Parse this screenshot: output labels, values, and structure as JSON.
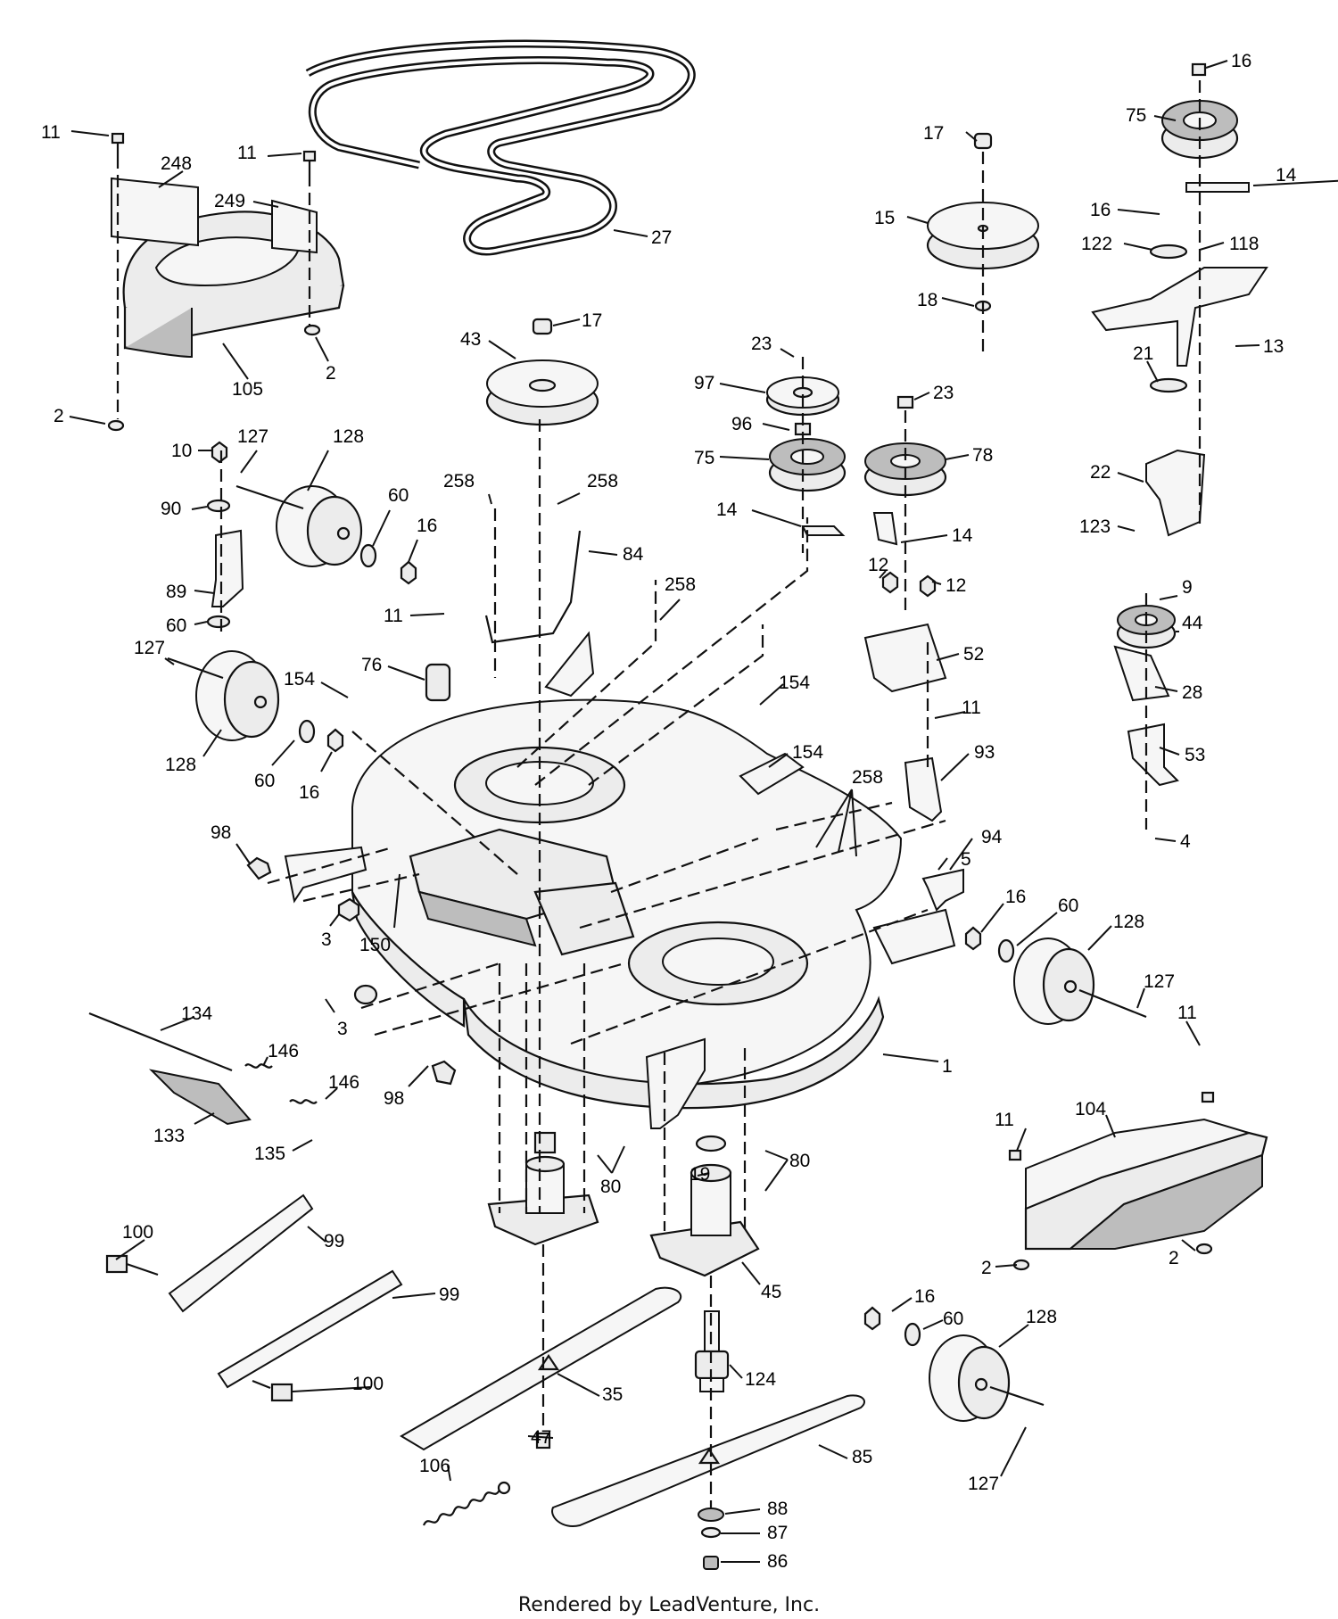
{
  "footer": {
    "credit": "Rendered by LeadVenture, Inc."
  },
  "callouts": [
    {
      "id": "c1",
      "label": "11"
    },
    {
      "id": "c2",
      "label": "248"
    },
    {
      "id": "c3",
      "label": "11"
    },
    {
      "id": "c4",
      "label": "249"
    },
    {
      "id": "c5",
      "label": "27"
    },
    {
      "id": "c6",
      "label": "105"
    },
    {
      "id": "c7",
      "label": "2"
    },
    {
      "id": "c8",
      "label": "2"
    },
    {
      "id": "c9",
      "label": "43"
    },
    {
      "id": "c10",
      "label": "17"
    },
    {
      "id": "c11",
      "label": "17"
    },
    {
      "id": "c12",
      "label": "15"
    },
    {
      "id": "c13",
      "label": "18"
    },
    {
      "id": "c14",
      "label": "16"
    },
    {
      "id": "c15",
      "label": "75"
    },
    {
      "id": "c16",
      "label": "14"
    },
    {
      "id": "c17",
      "label": "16"
    },
    {
      "id": "c18",
      "label": "122"
    },
    {
      "id": "c19",
      "label": "118"
    },
    {
      "id": "c20",
      "label": "13"
    },
    {
      "id": "c21",
      "label": "21"
    },
    {
      "id": "c22",
      "label": "22"
    },
    {
      "id": "c23",
      "label": "123"
    },
    {
      "id": "c24",
      "label": "23"
    },
    {
      "id": "c25",
      "label": "97"
    },
    {
      "id": "c26",
      "label": "96"
    },
    {
      "id": "c27",
      "label": "75"
    },
    {
      "id": "c28",
      "label": "14"
    },
    {
      "id": "c29",
      "label": "23"
    },
    {
      "id": "c30",
      "label": "78"
    },
    {
      "id": "c31",
      "label": "14"
    },
    {
      "id": "c32",
      "label": "12"
    },
    {
      "id": "c33",
      "label": "12"
    },
    {
      "id": "c34",
      "label": "52"
    },
    {
      "id": "c35",
      "label": "9"
    },
    {
      "id": "c36",
      "label": "44"
    },
    {
      "id": "c37",
      "label": "28"
    },
    {
      "id": "c38",
      "label": "53"
    },
    {
      "id": "c39",
      "label": "4"
    },
    {
      "id": "c40",
      "label": "10"
    },
    {
      "id": "c41",
      "label": "127"
    },
    {
      "id": "c42",
      "label": "128"
    },
    {
      "id": "c43",
      "label": "90"
    },
    {
      "id": "c44",
      "label": "60"
    },
    {
      "id": "c45",
      "label": "16"
    },
    {
      "id": "c46",
      "label": "89"
    },
    {
      "id": "c47",
      "label": "60"
    },
    {
      "id": "c48",
      "label": "258"
    },
    {
      "id": "c49",
      "label": "258"
    },
    {
      "id": "c50",
      "label": "84"
    },
    {
      "id": "c51",
      "label": "258"
    },
    {
      "id": "c52",
      "label": "11"
    },
    {
      "id": "c53",
      "label": "76"
    },
    {
      "id": "c54",
      "label": "154"
    },
    {
      "id": "c55",
      "label": "154"
    },
    {
      "id": "c56",
      "label": "154"
    },
    {
      "id": "c57",
      "label": "11"
    },
    {
      "id": "c58",
      "label": "93"
    },
    {
      "id": "c59",
      "label": "127"
    },
    {
      "id": "c60",
      "label": "128"
    },
    {
      "id": "c61",
      "label": "60"
    },
    {
      "id": "c62",
      "label": "16"
    },
    {
      "id": "c63",
      "label": "98"
    },
    {
      "id": "c64",
      "label": "258"
    },
    {
      "id": "c65",
      "label": "5"
    },
    {
      "id": "c66",
      "label": "94"
    },
    {
      "id": "c67",
      "label": "3"
    },
    {
      "id": "c68",
      "label": "150"
    },
    {
      "id": "c69",
      "label": "16"
    },
    {
      "id": "c70",
      "label": "60"
    },
    {
      "id": "c71",
      "label": "128"
    },
    {
      "id": "c72",
      "label": "127"
    },
    {
      "id": "c73",
      "label": "3"
    },
    {
      "id": "c74",
      "label": "134"
    },
    {
      "id": "c75",
      "label": "146"
    },
    {
      "id": "c76",
      "label": "146"
    },
    {
      "id": "c77",
      "label": "133"
    },
    {
      "id": "c78",
      "label": "135"
    },
    {
      "id": "c79",
      "label": "98"
    },
    {
      "id": "c80",
      "label": "1"
    },
    {
      "id": "c81",
      "label": "11"
    },
    {
      "id": "c82",
      "label": "104"
    },
    {
      "id": "c83",
      "label": "11"
    },
    {
      "id": "c84",
      "label": "19"
    },
    {
      "id": "c85",
      "label": "80"
    },
    {
      "id": "c86",
      "label": "80"
    },
    {
      "id": "c87",
      "label": "2"
    },
    {
      "id": "c88",
      "label": "2"
    },
    {
      "id": "c89",
      "label": "100"
    },
    {
      "id": "c90",
      "label": "99"
    },
    {
      "id": "c91",
      "label": "99"
    },
    {
      "id": "c92",
      "label": "45"
    },
    {
      "id": "c93",
      "label": "16"
    },
    {
      "id": "c94",
      "label": "60"
    },
    {
      "id": "c95",
      "label": "128"
    },
    {
      "id": "c96",
      "label": "100"
    },
    {
      "id": "c97",
      "label": "124"
    },
    {
      "id": "c98",
      "label": "35"
    },
    {
      "id": "c99",
      "label": "127"
    },
    {
      "id": "c100",
      "label": "47"
    },
    {
      "id": "c101",
      "label": "85"
    },
    {
      "id": "c102",
      "label": "106"
    },
    {
      "id": "c103",
      "label": "88"
    },
    {
      "id": "c104",
      "label": "87"
    },
    {
      "id": "c105",
      "label": "86"
    }
  ]
}
